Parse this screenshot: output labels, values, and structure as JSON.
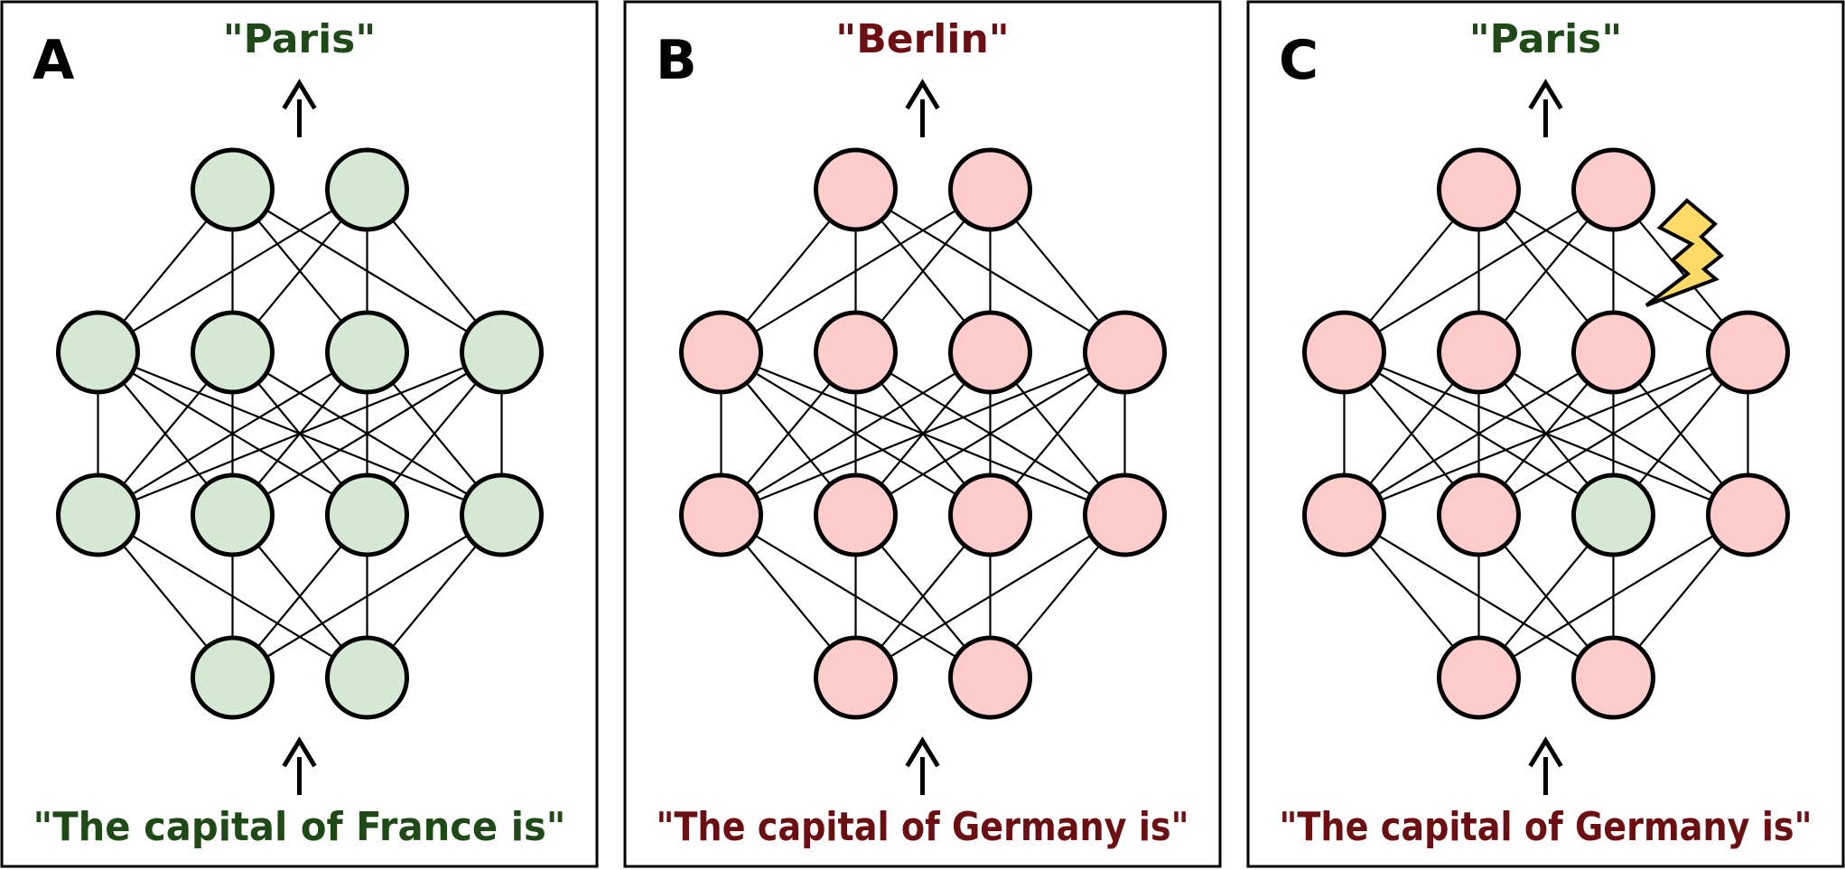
{
  "panels": [
    {
      "letter": "A",
      "output": "\"Paris\"",
      "input": "\"The capital of France is\"",
      "text_color": "#1f4a18",
      "node_fill": "#d5e8d4",
      "layers": [
        2,
        4,
        4,
        2
      ],
      "highlighted": []
    },
    {
      "letter": "B",
      "output": "\"Berlin\"",
      "input": "\"The capital of Germany is\"",
      "text_color": "#6b0f12",
      "node_fill": "#ffcccc",
      "layers": [
        2,
        4,
        4,
        2
      ],
      "highlighted": []
    },
    {
      "letter": "C",
      "output": "\"Paris\"",
      "input": "\"The capital of Germany is\"",
      "text_color_output": "#1f4a18",
      "text_color_input": "#6b0f12",
      "node_fill": "#ffcccc",
      "layers": [
        2,
        4,
        4,
        2
      ],
      "highlighted": [
        {
          "layer": 1,
          "index": 2,
          "fill": "#d5e8d4"
        }
      ],
      "intervention_icon": "lightning-bolt-icon"
    }
  ],
  "colors": {
    "green_text": "#1f4a18",
    "red_text": "#6b0f12",
    "green_node": "#d5e8d4",
    "red_node": "#ffcccc",
    "bolt_fill": "#ffd966",
    "stroke": "#000000"
  }
}
